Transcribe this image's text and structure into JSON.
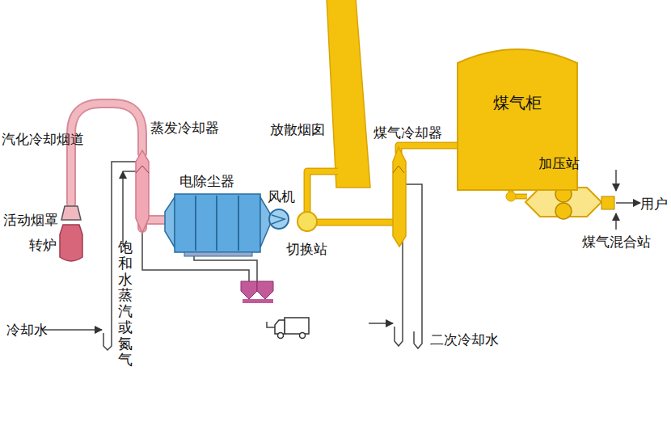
{
  "diagram": {
    "nodes": [
      {
        "text": [
          "煤气柜"
        ]
      }
    ],
    "edges": [],
    "labels": [
      "汽化冷却烟道",
      "蒸发冷却器",
      "活动烟罩",
      "转炉",
      "饱和水蒸汽或氮气",
      "冷却水",
      "电除尘器",
      "风机",
      "切换站",
      "放散烟囱",
      "煤气冷却器",
      "加压站",
      "用户",
      "煤气混合站",
      "二次冷却水"
    ]
  }
}
